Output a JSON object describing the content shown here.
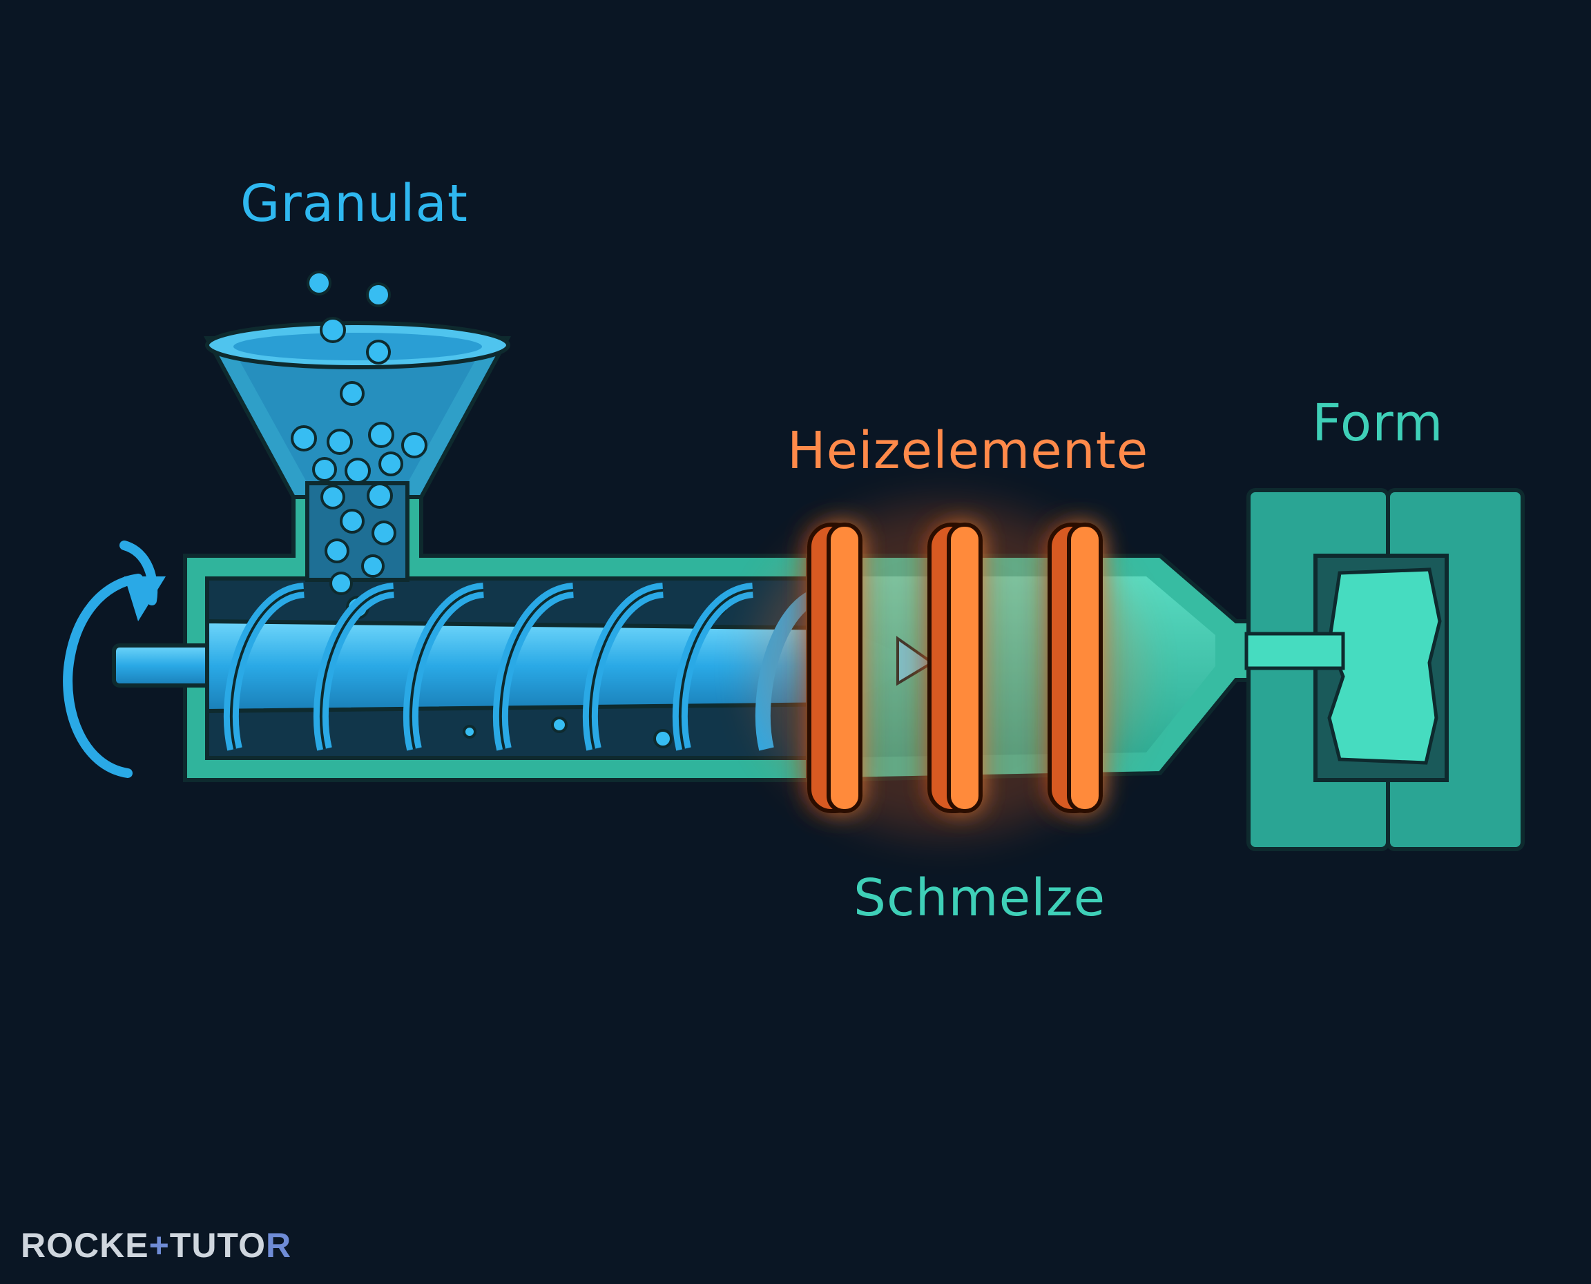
{
  "labels": {
    "granulat": "Granulat",
    "heizelemente": "Heizelemente",
    "form": "Form",
    "schmelze": "Schmelze"
  },
  "brand": {
    "part1": "ROCKE",
    "part2": "+",
    "part3": "TUTO",
    "part4": "R"
  },
  "colors": {
    "background": "#0a1624",
    "granulat": "#2fb8f0",
    "heizelemente": "#ff8a4a",
    "form": "#3fd0b8",
    "schmelze": "#3fd0b8",
    "barrel": "#38c7ac",
    "screw": "#2fb8f0",
    "heater": "#ff8a3a"
  },
  "icons": [
    "rotation-arrow-icon",
    "hopper-icon",
    "granule-icon",
    "screw-icon",
    "heater-band-icon",
    "mold-icon"
  ]
}
